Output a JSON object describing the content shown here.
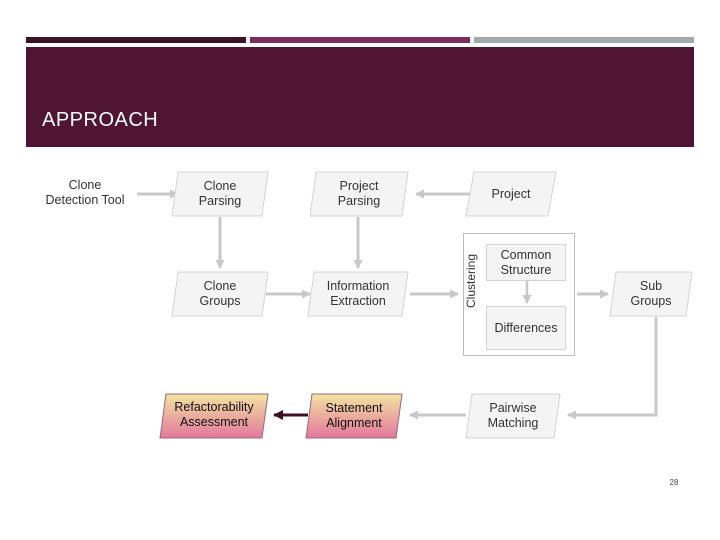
{
  "slide": {
    "title": "APPROACH",
    "page_number": "28",
    "colors": {
      "header": "#4f1532",
      "bar_dark": "#3a1327",
      "bar_plum": "#7d2c5e",
      "bar_grey": "#a4a8ae",
      "shape_fill": "#f4f4f4",
      "shape_stroke": "#d4d4d4",
      "arrow": "#c8c8c8",
      "arrow_dark": "#3d0f24",
      "highlight_gradient": [
        "#f3e3a0",
        "#e2779e"
      ]
    }
  },
  "diagram": {
    "clone_detection_tool": "Clone\nDetection Tool",
    "clone_parsing": "Clone\nParsing",
    "project_parsing": "Project\nParsing",
    "project": "Project",
    "clone_groups": "Clone\nGroups",
    "information_extraction": "Information\nExtraction",
    "clustering": "Clustering",
    "common_structure": "Common\nStructure",
    "differences": "Differences",
    "sub_groups": "Sub\nGroups",
    "refactorability_assessment": "Refactorability\nAssessment",
    "statement_alignment": "Statement\nAlignment",
    "pairwise_matching": "Pairwise\nMatching"
  }
}
